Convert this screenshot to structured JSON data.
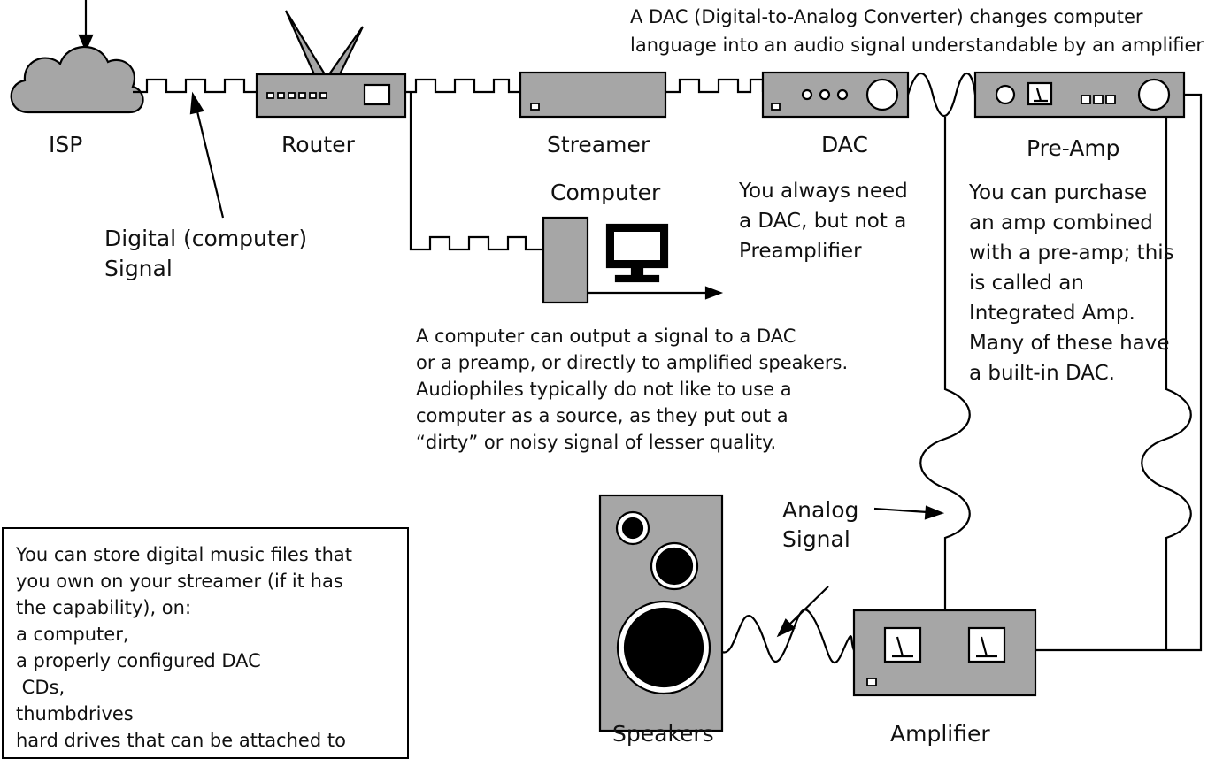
{
  "labels": {
    "isp": "ISP",
    "router": "Router",
    "streamer": "Streamer",
    "dac": "DAC",
    "preamp": "Pre-Amp",
    "computer": "Computer",
    "speakers": "Speakers",
    "amplifier": "Amplifier",
    "digital_signal": [
      "Digital (computer)",
      "Signal"
    ],
    "analog_signal": [
      "Analog",
      "Signal"
    ]
  },
  "notes": {
    "dac_definition": [
      "A DAC (Digital-to-Analog Converter) changes computer",
      "language into an audio signal understandable by an amplifier"
    ],
    "dac_need": [
      "You always need",
      "a DAC, but not a",
      "Preamplifier"
    ],
    "preamp": [
      "You can purchase",
      "an amp combined",
      "with a pre-amp; this",
      "is called an",
      "Integrated Amp.",
      "Many of these have",
      "a built-in DAC."
    ],
    "computer": [
      "A computer can output a signal to a DAC",
      "or a preamp, or directly to amplified speakers.",
      "Audiophiles typically do not like to use a",
      "computer as a source, as they put out a",
      "“dirty” or noisy signal of lesser quality."
    ],
    "storage": [
      "You can store digital music files that",
      "you own on your streamer (if it has",
      "the capability), on:",
      "a computer,",
      "a properly configured DAC",
      " CDs,",
      "thumbdrives",
      "hard drives that can be attached to"
    ]
  },
  "colors": {
    "device_fill": "#a6a6a6",
    "stroke": "#000000",
    "background": "#ffffff"
  }
}
